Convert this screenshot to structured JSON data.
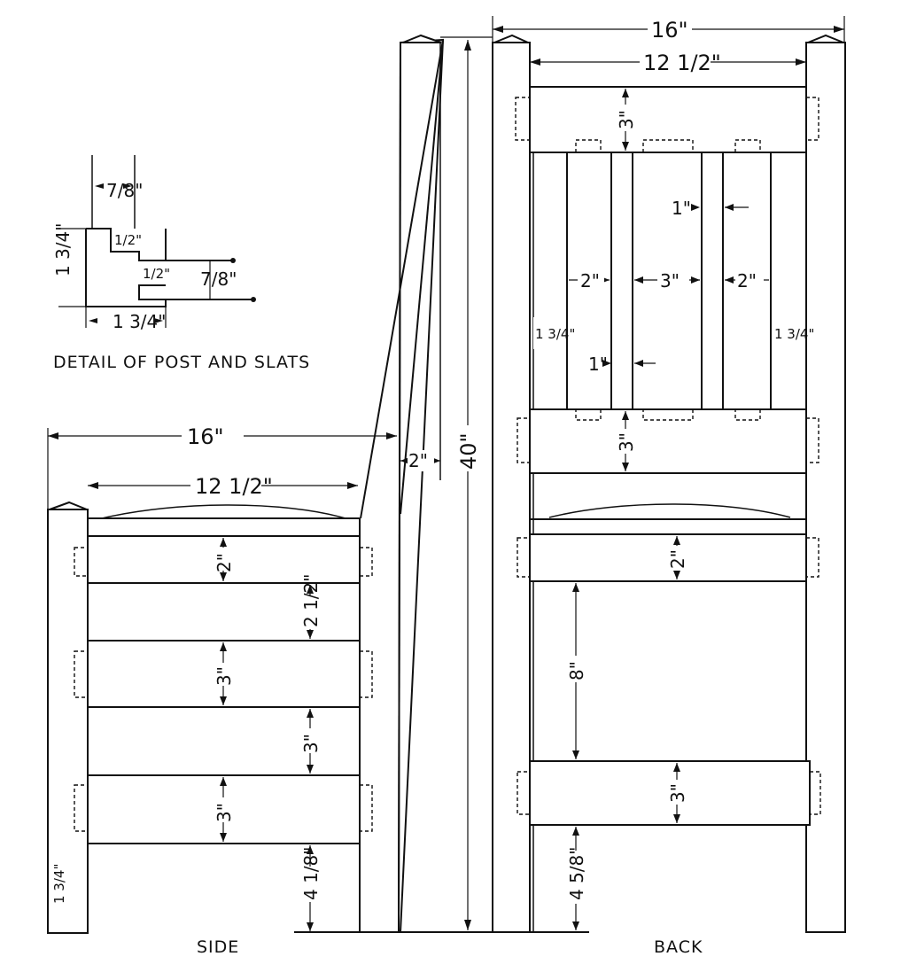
{
  "detail": {
    "caption": "DETAIL OF POST AND SLATS",
    "dim_top": "7/8\"",
    "dim_notch": "1/2\"",
    "dim_left": "1 3/4\"",
    "dim_right": "7/8\"",
    "dim_bottom": "1 3/4\""
  },
  "side": {
    "caption": "SIDE",
    "width_total": "16\"",
    "width_inner": "12 1/2\"",
    "rail_1": "2\"",
    "gap_1": "2 1/2\"",
    "rail_2": "3\"",
    "gap_2": "3\"",
    "rail_3": "3\"",
    "bottom": "4 1/8\"",
    "post": "1 3/4\""
  },
  "center": {
    "height": "40\"",
    "offset": "2\""
  },
  "back": {
    "caption": "BACK",
    "width_total": "16\"",
    "width_inner": "12 1/2\"",
    "top_rail": "3\"",
    "slat_thin_a": "1\"",
    "slat_wide_a": "2\"",
    "slat_center": "3\"",
    "slat_wide_b": "2\"",
    "slat_thin_b": "1\"",
    "edge_left": "1 3/4\"",
    "edge_right": "1 3/4\"",
    "lower_rail": "3\"",
    "seat_rail": "2\"",
    "gap": "8\"",
    "bottom_rail": "3\"",
    "bottom": "4 5/8\""
  }
}
